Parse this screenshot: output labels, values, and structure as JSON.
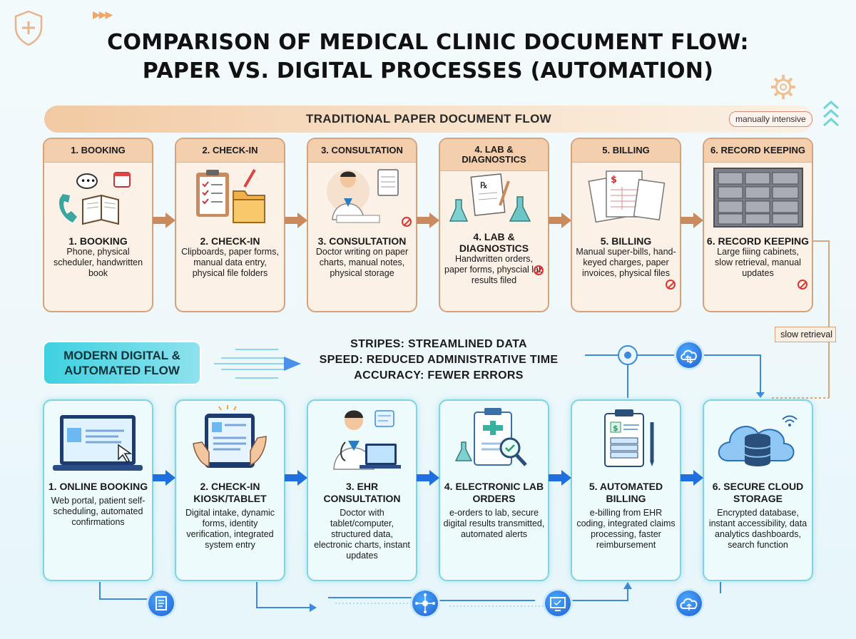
{
  "title": {
    "line1": "COMPARISON OF MEDICAL CLINIC DOCUMENT FLOW:",
    "line2": "PAPER VS. DIGITAL PROCESSES (AUTOMATION)"
  },
  "paper": {
    "band_title": "TRADITIONAL PAPER DOCUMENT FLOW",
    "badge": "manually intensive",
    "cards": [
      {
        "header": "1. BOOKING",
        "name": "1. BOOKING",
        "desc": "Phone, physical scheduler, handwritten book",
        "icon": "phone-book-icon",
        "no_icon": false
      },
      {
        "header": "2. CHECK-IN",
        "name": "2. CHECK-IN",
        "desc": "Clipboards, paper forms, manual data entry, physical file folders",
        "icon": "clipboard-folder-icon",
        "no_icon": false
      },
      {
        "header": "3. CONSULTATION",
        "name": "3. CONSULTATION",
        "desc": "Doctor writing on paper charts, manual notes, physical storage",
        "icon": "doctor-writing-icon",
        "no_icon": true
      },
      {
        "header": "4. LAB & DIAGNOSTICS",
        "name": "4. LAB & DIAGNOSTICS",
        "desc": "Handwritten orders, paper forms, physcial lab results filed",
        "icon": "lab-flask-icon",
        "no_icon": true
      },
      {
        "header": "5. BILLING",
        "name": "5. BILLING",
        "desc": "Manual super-bills, hand-keyed charges, paper invoices, physical files",
        "icon": "paper-invoice-icon",
        "no_icon": true
      },
      {
        "header": "6. RECORD KEEPING",
        "name": "6. RECORD KEEPING",
        "desc": "Large fiiing cabinets, slow retrieval, manual updates",
        "icon": "filing-cabinet-icon",
        "no_icon": true
      }
    ],
    "slow_label": "slow retrieval"
  },
  "digital": {
    "label": "MODERN DIGITAL & AUTOMATED FLOW",
    "benefits": [
      "STRIPES: STREAMLINED DATA",
      "SPEED: REDUCED ADMINISTRATIVE TIME",
      "ACCURACY: FEWER ERRORS"
    ],
    "cards": [
      {
        "name": "1. ONLINE BOOKING",
        "desc": "Web portal, patient self-scheduling, automated confirmations",
        "icon": "laptop-portal-icon"
      },
      {
        "name": "2. CHECK-IN KIOSK/TABLET",
        "desc": "Digital intake, dynamic forms, identity verification, integrated system entry",
        "icon": "tablet-kiosk-icon"
      },
      {
        "name": "3. EHR CONSULTATION",
        "desc": "Doctor with tablet/computer, structured data, electronic charts, instant updates",
        "icon": "doctor-laptop-icon"
      },
      {
        "name": "4. ELECTRONIC LAB ORDERS",
        "desc": "e-orders to lab, secure digital results transmitted, automated alerts",
        "icon": "lab-clipboard-icon"
      },
      {
        "name": "5. AUTOMATED BILLING",
        "desc": "e-billing from EHR coding, integrated claims processing, faster reimbursement",
        "icon": "billing-clipboard-icon"
      },
      {
        "name": "6. SECURE CLOUD STORAGE",
        "desc": "Encrypted database, instant accessibility, data analytics dashboards, search function",
        "icon": "cloud-database-icon"
      }
    ]
  },
  "colors": {
    "paper_accent": "#d6a27a",
    "digital_accent": "#7fd4e4",
    "arrow_blue": "#1f6fe0",
    "arrow_brown": "#c98a5e"
  }
}
